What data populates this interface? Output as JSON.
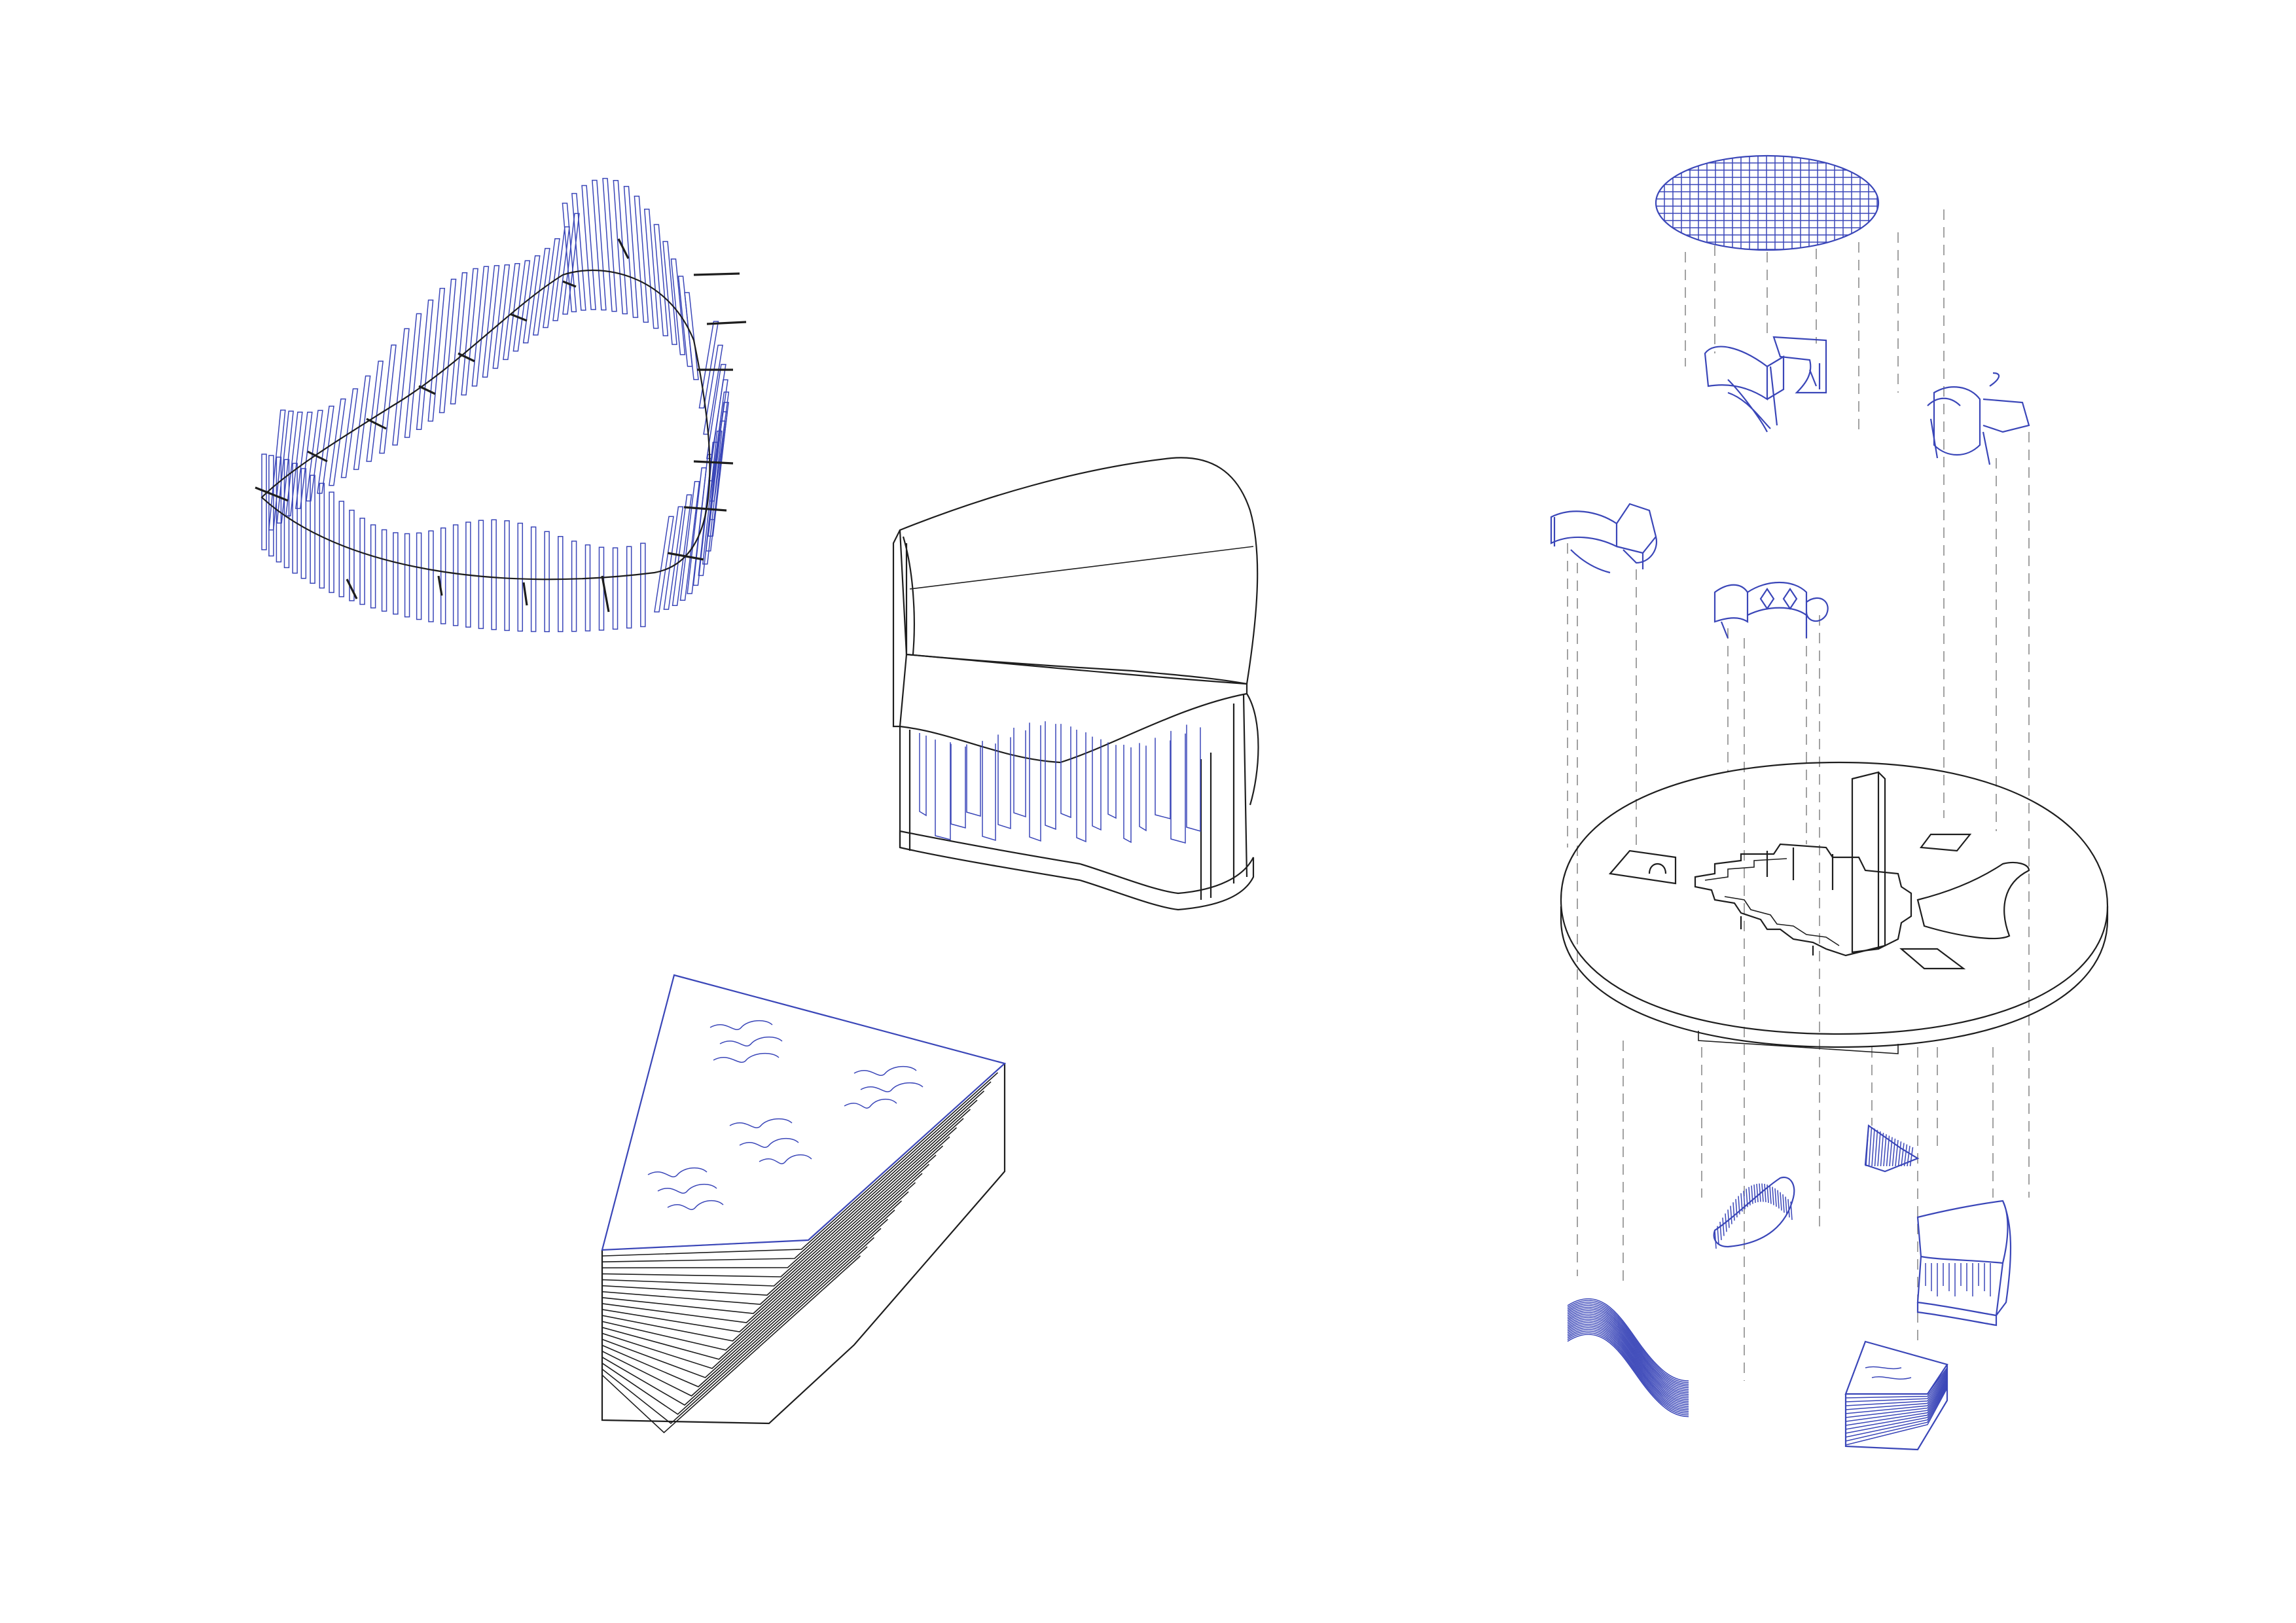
{
  "colors": {
    "background": "#ffffff",
    "line_black": "#1e1e1e",
    "line_blue": "#3a46b8",
    "projection_dash": "#8a8a8a"
  },
  "drawings": [
    {
      "name": "twisted-ribbon-fin-structure",
      "colors": [
        "blue",
        "black"
      ]
    },
    {
      "name": "curved-pavilion-module",
      "colors": [
        "black",
        "blue"
      ]
    },
    {
      "name": "layered-wedge-block",
      "colors": [
        "blue",
        "black"
      ]
    },
    {
      "name": "exploded-axonometric-assembly",
      "colors": [
        "blue",
        "black",
        "grey-dashed"
      ]
    }
  ]
}
